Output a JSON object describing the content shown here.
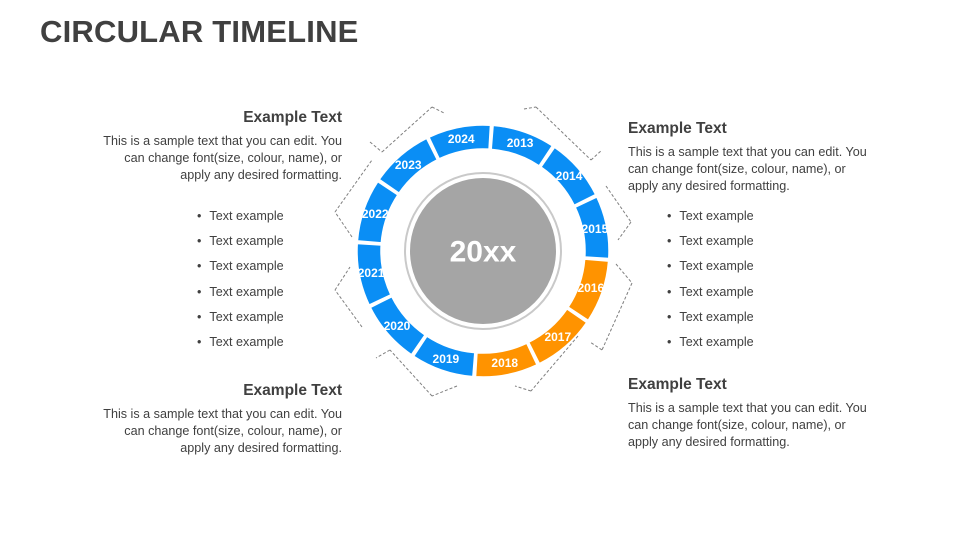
{
  "title": "CIRCULAR TIMELINE",
  "center_label": "20xx",
  "colors": {
    "blue": "#0a8ef5",
    "orange": "#ff9300",
    "center": "#a5a5a5",
    "dash": "#7f7f7f"
  },
  "years": [
    {
      "label": "2013",
      "color": "blue"
    },
    {
      "label": "2014",
      "color": "blue"
    },
    {
      "label": "2015",
      "color": "blue"
    },
    {
      "label": "2016",
      "color": "orange"
    },
    {
      "label": "2017",
      "color": "orange"
    },
    {
      "label": "2018",
      "color": "orange"
    },
    {
      "label": "2019",
      "color": "blue"
    },
    {
      "label": "2020",
      "color": "blue"
    },
    {
      "label": "2021",
      "color": "blue"
    },
    {
      "label": "2022",
      "color": "blue"
    },
    {
      "label": "2023",
      "color": "blue"
    },
    {
      "label": "2024",
      "color": "blue"
    }
  ],
  "blocks": {
    "top_left": {
      "heading": "Example Text",
      "body": "This is a sample text that you can edit. You can change font(size, colour, name), or apply any desired formatting."
    },
    "top_right": {
      "heading": "Example Text",
      "body": "This is a sample text that you can edit. You can change font(size, colour, name), or apply any desired formatting."
    },
    "bottom_left": {
      "heading": "Example Text",
      "body": "This is a sample text that you can edit. You can change font(size, colour, name), or apply any desired formatting."
    },
    "bottom_right": {
      "heading": "Example Text",
      "body": "This is a sample text that you can edit. You can change font(size, colour, name), or apply any desired formatting."
    }
  },
  "left_bullets": [
    "Text example",
    "Text example",
    "Text example",
    "Text example",
    "Text example",
    "Text example"
  ],
  "right_bullets": [
    "Text example",
    "Text example",
    "Text example",
    "Text example",
    "Text example",
    "Text example"
  ]
}
